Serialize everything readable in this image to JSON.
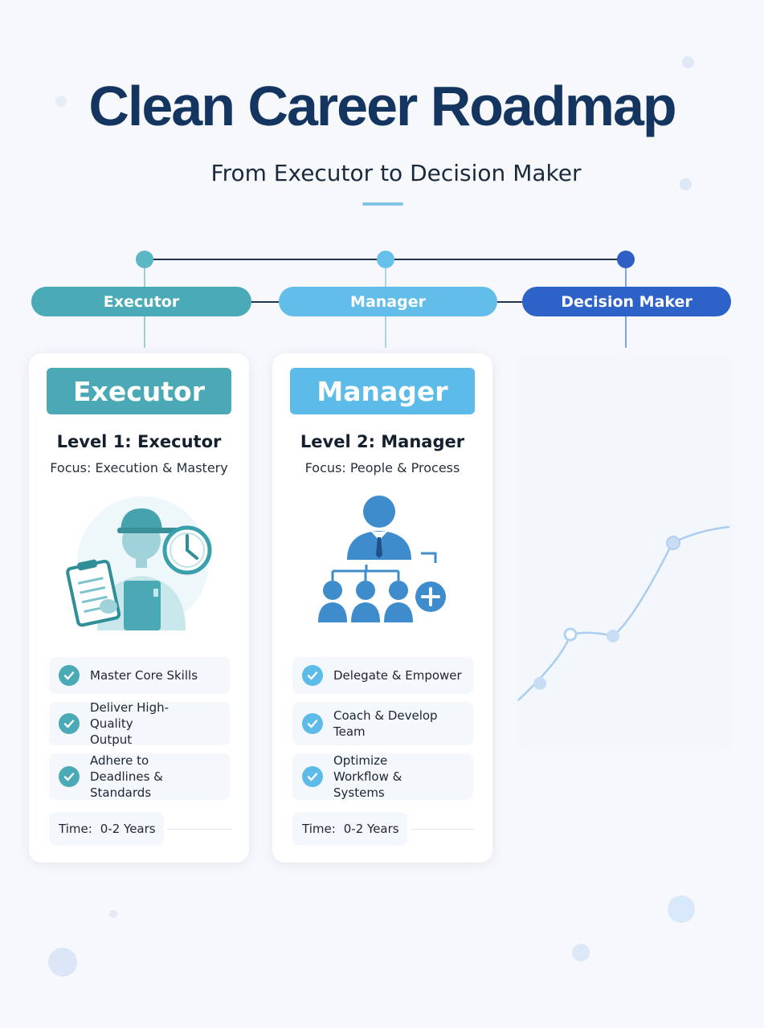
{
  "title": "Clean Career Roadmap",
  "subtitle": "From Executor to Decision Maker",
  "colors": {
    "teal": "#46a9b4",
    "sky": "#5ab8e6",
    "blue": "#2f63c5",
    "navy": "#13355f"
  },
  "stages": [
    {
      "label": "Executor"
    },
    {
      "label": "Manager"
    },
    {
      "label": "Decision Maker"
    }
  ],
  "cards": [
    {
      "banner": "Executor",
      "level": "Level 1: Executor",
      "focus": "Focus:  Execution & Mastery",
      "illustration": "worker-with-clipboard-and-clock-icon",
      "items": [
        {
          "text": "Master Core Skills"
        },
        {
          "text": "Deliver High-Quality Output"
        },
        {
          "text": "Adhere to Deadlines & Standards"
        }
      ],
      "time_label": "Time:",
      "time_value": "0-2 Years"
    },
    {
      "banner": "Manager",
      "level": "Level 2: Manager",
      "focus": "Focus:  People & Process",
      "illustration": "manager-org-chart-icon",
      "items": [
        {
          "text": "Delegate & Empower"
        },
        {
          "text": "Coach & Develop Team"
        },
        {
          "text": "Optimize Workflow & Systems"
        }
      ],
      "time_label": "Time:",
      "time_value": "0-2 Years"
    }
  ]
}
